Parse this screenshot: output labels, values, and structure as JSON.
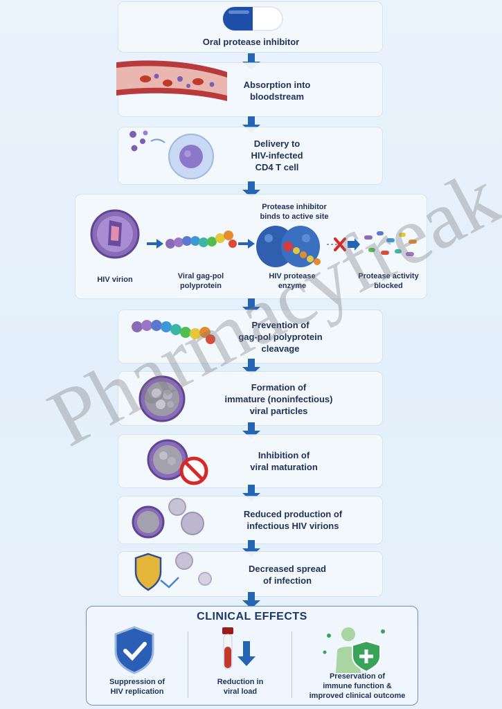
{
  "steps": {
    "s1": "Oral protease inhibitor",
    "s2": "Absorption into\nbloodstream",
    "s3": "Delivery to\nHIV-infected\nCD4 T cell",
    "s5": "Prevention of\ngag-pol polyprotein\ncleavage",
    "s6": "Formation of\nimmature (noninfectious)\nviral particles",
    "s7": "Inhibition of\nviral maturation",
    "s8": "Reduced production of\ninfectious HIV virions",
    "s9": "Decreased spread\nof infection"
  },
  "mechanism": {
    "virion": "HIV virion",
    "polyprotein": "Viral gag-pol\npolyprotein",
    "binding_note": "Protease inhibitor\nbinds to active site",
    "enzyme": "HIV protease\nenzyme",
    "blocked": "Protease activity\nblocked"
  },
  "clinical": {
    "title": "CLINICAL EFFECTS",
    "effect1": "Suppression of\nHIV replication",
    "effect2": "Reduction in\nviral load",
    "effect3": "Preservation of\nimmune function &\nimproved clinical outcome"
  },
  "watermark": "Pharmacyfreak",
  "colors": {
    "arrow": "#2563b3",
    "capsule_blue": "#1f4fa8",
    "virus_purple": "#8a6bb8",
    "blood_red": "#c0392b",
    "shield_green": "#3aa35a"
  }
}
